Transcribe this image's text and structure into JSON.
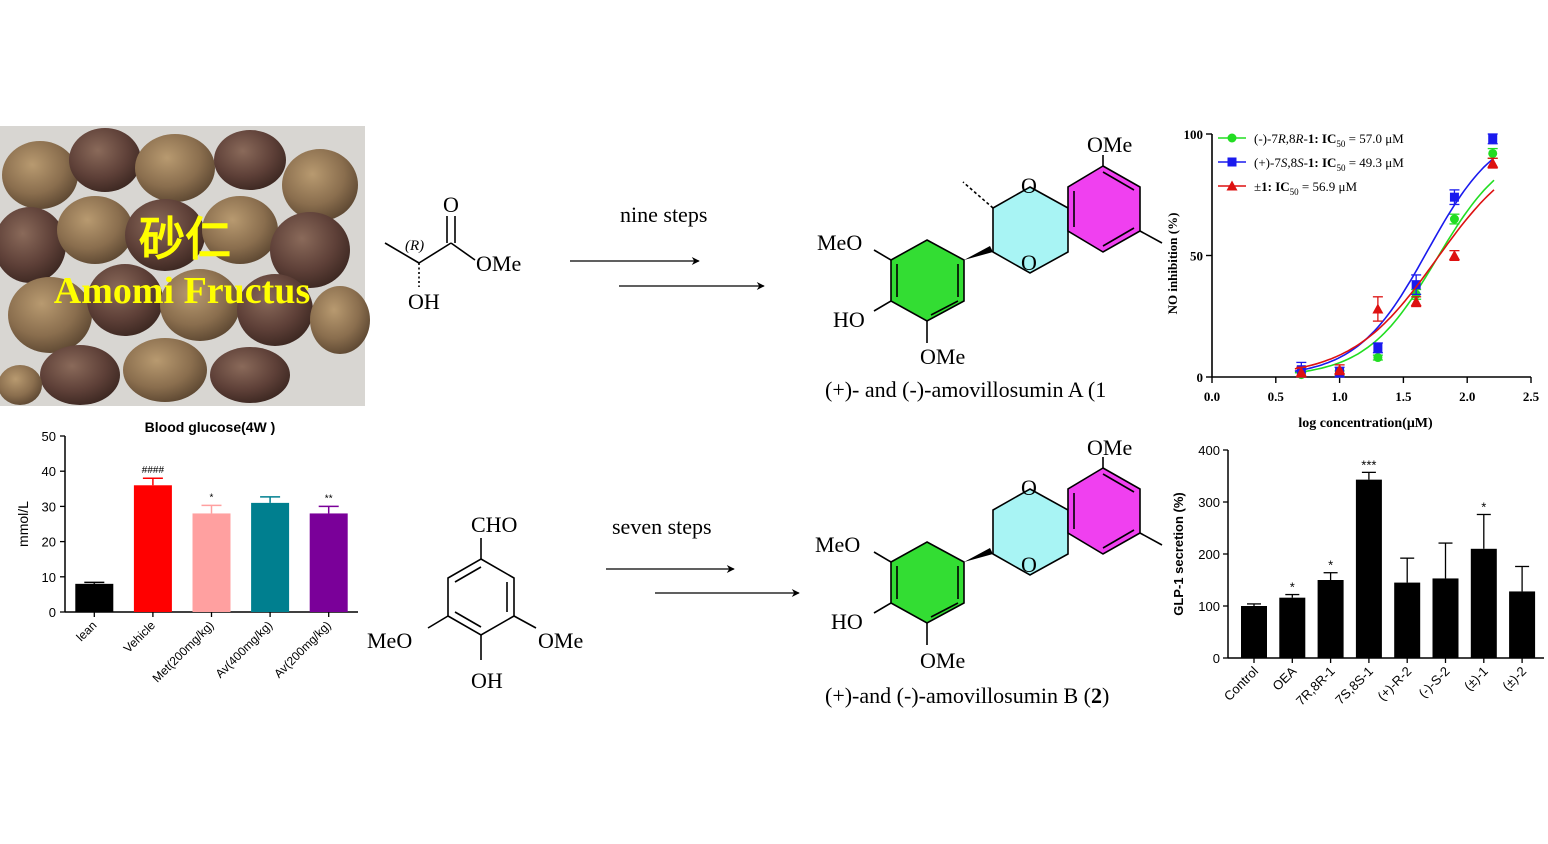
{
  "photo": {
    "chinese_name": "砂仁",
    "latin_name": "Amomi Fructus"
  },
  "synthesis": {
    "route_a": {
      "sm_stereo_label": "(R)",
      "sm_labels": [
        "O",
        "OMe",
        "OH"
      ],
      "steps_label": "nine steps",
      "product_labels": [
        "OMe",
        "MeO",
        "HO",
        "OMe",
        "O",
        "O"
      ],
      "product_name": "(+)- and (-)-amovillosumin A (1"
    },
    "route_b": {
      "sm_labels": [
        "CHO",
        "MeO",
        "OMe",
        "OH"
      ],
      "steps_label": "seven steps",
      "product_labels": [
        "OMe",
        "MeO",
        "HO",
        "OMe",
        "O",
        "O"
      ],
      "product_name_prefix": "(+)-and (-)-amovillosumin B (",
      "product_number": "2",
      "product_name_suffix": ")"
    }
  },
  "colors": {
    "ring_green": "#33dd33",
    "ring_cyan": "#a8f4f4",
    "ring_magenta": "#f040f0",
    "bar_black": "#000000",
    "bar_red": "#ff0000",
    "bar_pink": "#ffa0a0",
    "bar_teal": "#007f8f",
    "bar_purple": "#7a0099",
    "curve_green": "#22dd22",
    "curve_blue": "#1a1aee",
    "curve_red": "#dd1111"
  },
  "chart_data": [
    {
      "type": "bar",
      "title": "Blood glucose(4W )",
      "ylabel": "mmol/L",
      "ylim": [
        0,
        50
      ],
      "yticks": [
        "0",
        "10",
        "20",
        "30",
        "40",
        "50"
      ],
      "categories": [
        "lean",
        "Vehicle",
        "Met(200mg/kg)",
        "Av(400mg/kg)",
        "Av(200mg/kg)"
      ],
      "values": [
        8,
        36,
        28,
        31,
        28
      ],
      "errors": [
        0.4,
        2,
        2.3,
        1.7,
        2
      ],
      "annotations": [
        "",
        "####",
        "*",
        "",
        "**"
      ]
    },
    {
      "type": "scatter",
      "xlabel": "log concentration(μM)",
      "ylabel": "NO inhibition (%)",
      "xlim": [
        0,
        2.5
      ],
      "ylim": [
        0,
        100
      ],
      "xticks": [
        "0.0",
        "0.5",
        "1.0",
        "1.5",
        "2.0",
        "2.5"
      ],
      "yticks": [
        "0",
        "50",
        "100"
      ],
      "series": [
        {
          "name": "(-)-7R,8R-1: IC50 = 57.0 μM",
          "legend": {
            "pre": "(-)-7",
            "r1": "R",
            "mid": ",8",
            "r2": "R",
            "post": "-",
            "num": "1",
            "ic": ": IC",
            "sub": "50",
            "val": " = 57.0 μM"
          },
          "x": [
            0.7,
            1.0,
            1.3,
            1.6,
            1.9,
            2.2
          ],
          "y": [
            1,
            1.5,
            8,
            34,
            65,
            92
          ],
          "err": [
            1,
            1,
            1,
            2,
            2,
            2
          ]
        },
        {
          "name": "(+)-7S,8S-1: IC50 = 49.3 μM",
          "legend": {
            "pre": "(+)-7",
            "r1": "S",
            "mid": ",8",
            "r2": "S",
            "post": "-",
            "num": "1",
            "ic": ": IC",
            "sub": "50",
            "val": " = 49.3 μM"
          },
          "x": [
            0.7,
            1.0,
            1.3,
            1.6,
            1.9,
            2.2
          ],
          "y": [
            3,
            2,
            12,
            38,
            74,
            98
          ],
          "err": [
            3,
            2,
            2,
            4,
            3,
            2
          ]
        },
        {
          "name": "±1: IC50 = 56.9 μM",
          "legend": {
            "pre": "±",
            "num": "1",
            "ic": ": IC",
            "sub": "50",
            "val": " = 56.9 μM"
          },
          "x": [
            0.7,
            1.0,
            1.3,
            1.6,
            1.9,
            2.2
          ],
          "y": [
            2,
            3,
            28,
            31,
            50,
            88
          ],
          "err": [
            2,
            2,
            5,
            2,
            2,
            2
          ]
        }
      ]
    },
    {
      "type": "bar",
      "ylabel": "GLP-1 secretion (%)",
      "ylim": [
        0,
        400
      ],
      "yticks": [
        "0",
        "100",
        "200",
        "300",
        "400"
      ],
      "categories": [
        "Control",
        "OEA",
        "7R,8R-1",
        "7S,8S-1",
        "(+)-R-2",
        "(-)-S-2",
        "(±)-1",
        "(±)-2"
      ],
      "values": [
        100,
        116,
        150,
        343,
        145,
        153,
        210,
        128
      ],
      "errors": [
        4,
        6,
        14,
        14,
        47,
        68,
        66,
        48
      ],
      "annotations": [
        "",
        "*",
        "*",
        "***",
        "",
        "",
        "*",
        ""
      ]
    }
  ]
}
